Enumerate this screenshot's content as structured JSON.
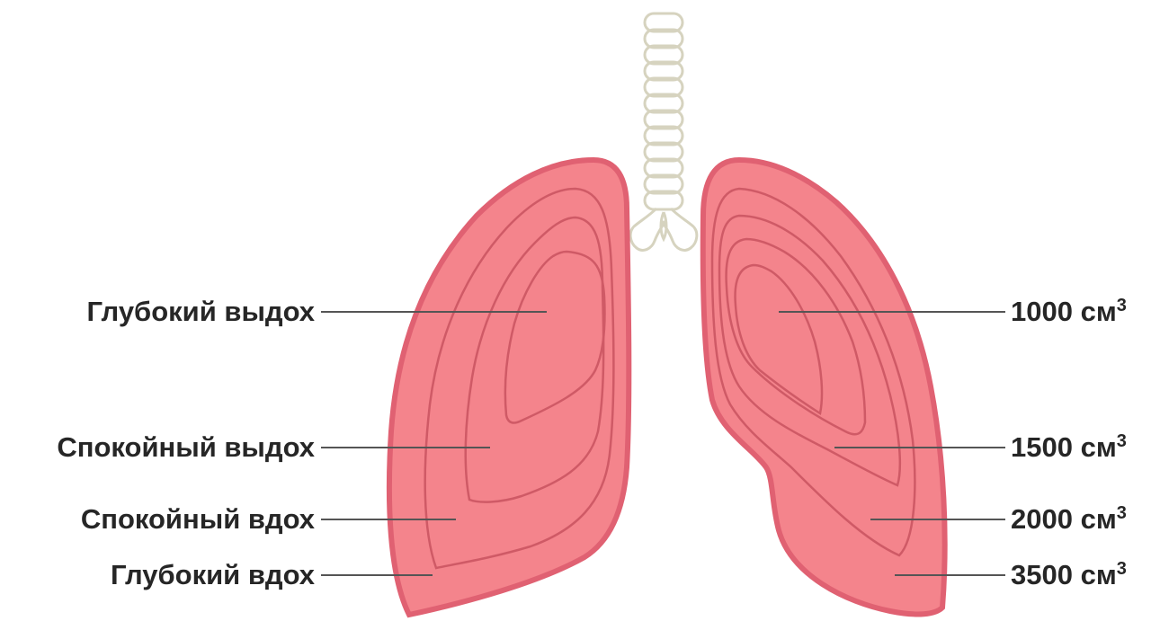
{
  "labels_left": [
    "Глубокий выдох",
    "Спокойный выдох",
    "Спокойный вдох",
    "Глубокий вдох"
  ],
  "labels_right": [
    {
      "value": "1000 см",
      "exponent": "3"
    },
    {
      "value": "1500 см",
      "exponent": "3"
    },
    {
      "value": "2000 см",
      "exponent": "3"
    },
    {
      "value": "3500 см",
      "exponent": "3"
    }
  ],
  "colors": {
    "lung_fill": "#f4848c",
    "lung_outline": "#e06172",
    "contour": "#cf5a66",
    "trachea": "#d6d3bf",
    "leader_line": "#555555",
    "text": "#262626"
  }
}
